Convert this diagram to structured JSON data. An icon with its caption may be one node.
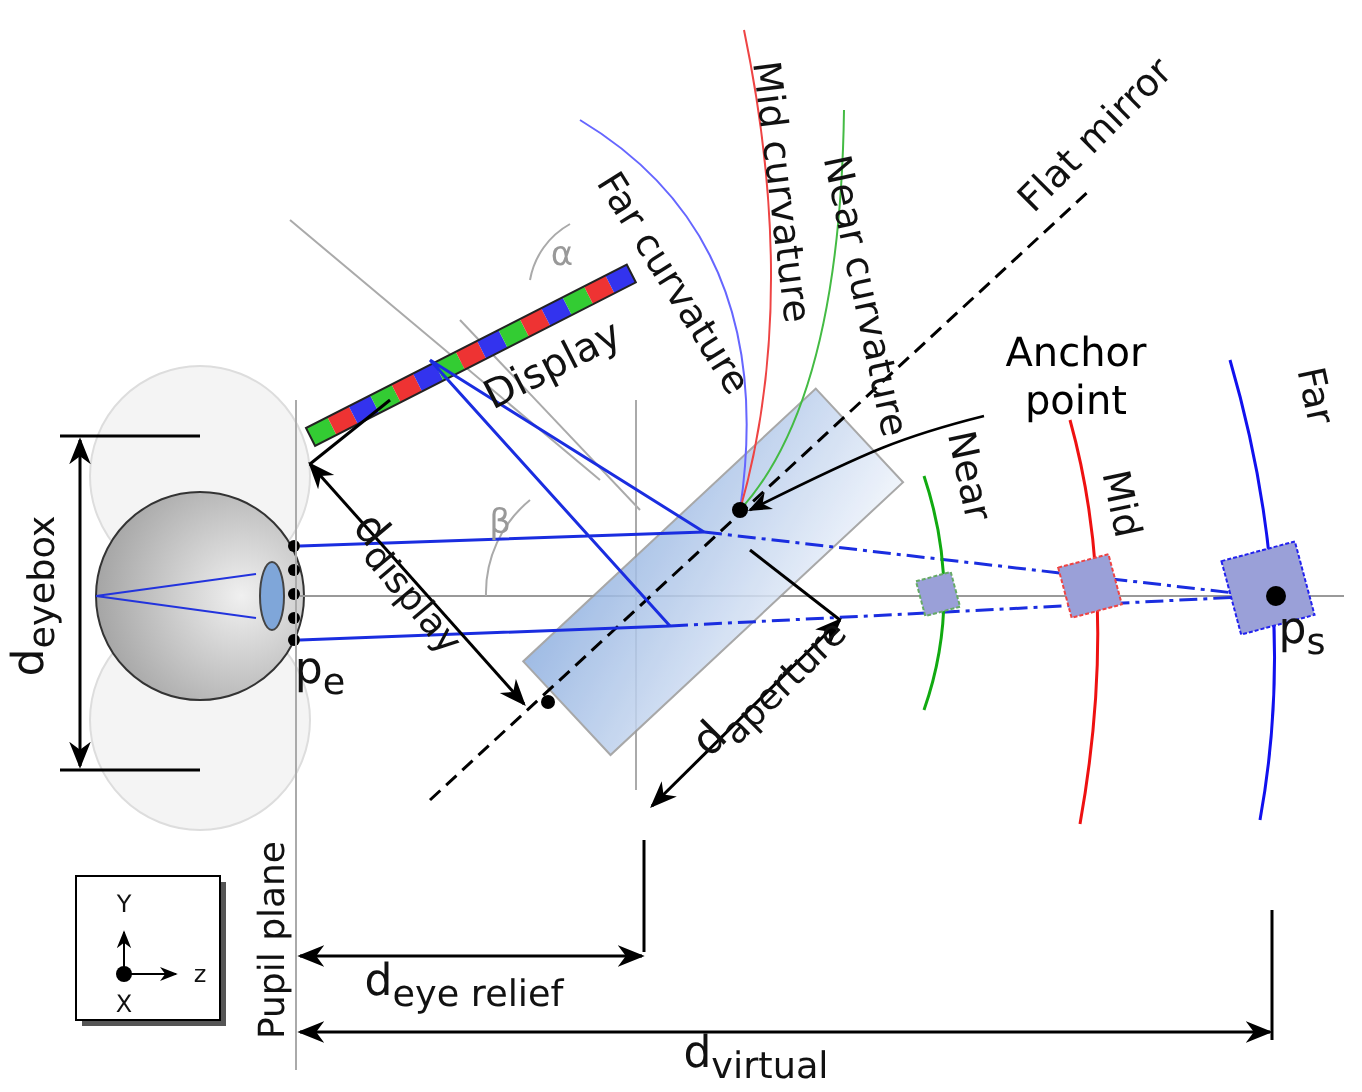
{
  "diagram": {
    "nodes": [
      {
        "text": [
          "Anchor point"
        ]
      },
      {
        "text": [],
        "shape": "circle"
      }
    ],
    "edges": [
      {
        "from": 0,
        "to": 1,
        "arrow": "to"
      }
    ],
    "labels": [
      "α",
      "Far curvature",
      "Mid curvature",
      "Near curvature",
      "Flat mirror",
      "Display",
      "β",
      "d$_{eyebox}$",
      "d$_{display}$",
      "p$_{e}$",
      "Near",
      "Mid",
      "Far",
      "d$_{aperture}$",
      "p$_{s}$",
      "Y",
      "z",
      "X",
      "Pupil plane",
      "d$_{eye relief}$",
      "d$_{virtual}$"
    ]
  }
}
